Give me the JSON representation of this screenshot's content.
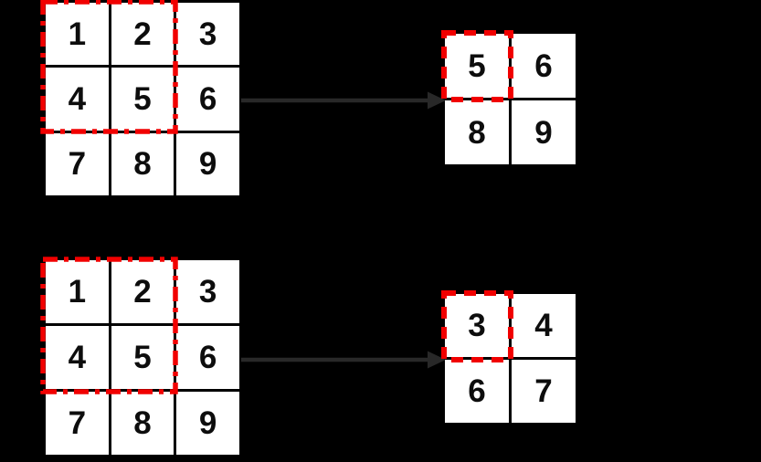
{
  "colors": {
    "background": "#000000",
    "cell_fill": "#ffffff",
    "grid_line": "#000000",
    "digit": "#0d0d0d",
    "highlight_red": "#f10000",
    "arrow_gray": "#282828"
  },
  "top_example": {
    "input_grid": {
      "rows": 3,
      "cols": 3,
      "cells": [
        "1",
        "2",
        "3",
        "4",
        "5",
        "6",
        "7",
        "8",
        "9"
      ]
    },
    "output_grid": {
      "rows": 2,
      "cols": 2,
      "cells": [
        "5",
        "6",
        "8",
        "9"
      ]
    },
    "input_window_dash_style": "dash-dot",
    "output_window_dash_style": "dash",
    "highlighted_output_cell": "5"
  },
  "bottom_example": {
    "input_grid": {
      "rows": 3,
      "cols": 3,
      "cells": [
        "1",
        "2",
        "3",
        "4",
        "5",
        "6",
        "7",
        "8",
        "9"
      ]
    },
    "output_grid": {
      "rows": 2,
      "cols": 2,
      "cells": [
        "3",
        "4",
        "6",
        "7"
      ]
    },
    "input_window_dash_style": "dash-dot",
    "output_window_dash_style": "dash",
    "highlighted_output_cell": "3"
  }
}
